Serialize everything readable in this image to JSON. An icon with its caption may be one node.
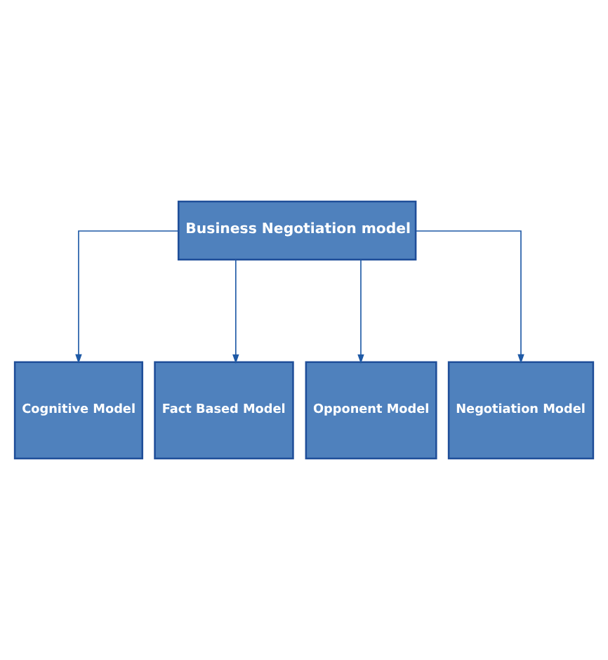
{
  "diagram": {
    "nodes": [
      {
        "text": [
          "Business Negotiation model"
        ]
      },
      {
        "text": [
          "Cognitive Model"
        ]
      },
      {
        "text": [
          "Fact Based Model"
        ]
      },
      {
        "text": [
          "Opponent Model"
        ]
      },
      {
        "text": [
          "Negotiation Model"
        ]
      }
    ],
    "edges": [
      {
        "from": 0,
        "to": 1,
        "arrow": "to"
      },
      {
        "from": 0,
        "to": 2,
        "arrow": "to"
      },
      {
        "from": 0,
        "to": 3,
        "arrow": "to"
      },
      {
        "from": 0,
        "to": 4,
        "arrow": "to"
      }
    ]
  }
}
